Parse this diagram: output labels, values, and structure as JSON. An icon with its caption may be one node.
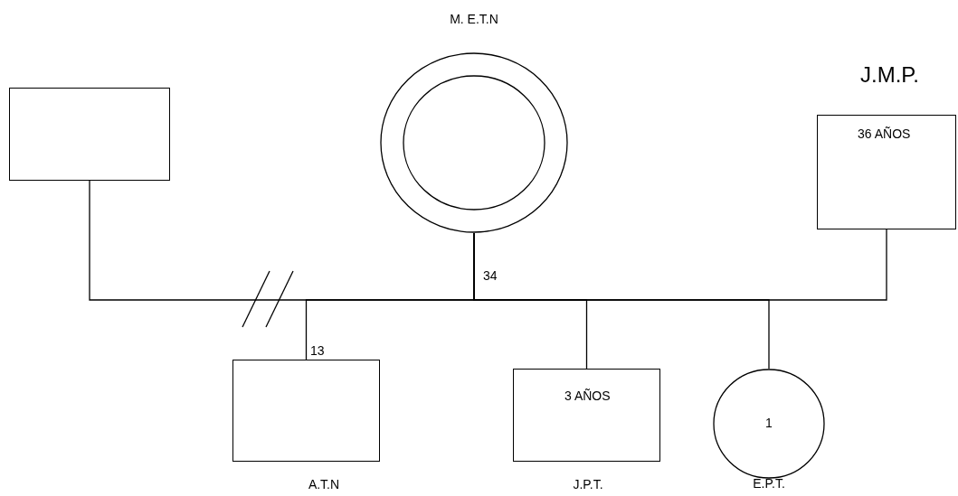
{
  "diagram": {
    "nodes": [
      {
        "text": [],
        "shape": "box"
      },
      {
        "text": [
          "M. E.T.N"
        ],
        "beside": [
          "34"
        ]
      },
      {
        "text": [
          "J.M.P.",
          "36 AÑOS"
        ]
      },
      {
        "text": [
          "A.T.N"
        ],
        "beside": [
          "13"
        ]
      },
      {
        "text": [
          "3 AÑOS",
          "J.P.T."
        ]
      },
      {
        "text": [
          "1",
          "E.P.T."
        ]
      }
    ],
    "edges": [
      {
        "from": 0,
        "to": 1,
        "arrow": "none"
      },
      {
        "from": 1,
        "to": 2,
        "arrow": "none"
      },
      {
        "from": 1,
        "to": 3,
        "arrow": "none"
      },
      {
        "from": 1,
        "to": 4,
        "arrow": "none"
      },
      {
        "from": 1,
        "to": 5,
        "arrow": "none"
      }
    ]
  }
}
